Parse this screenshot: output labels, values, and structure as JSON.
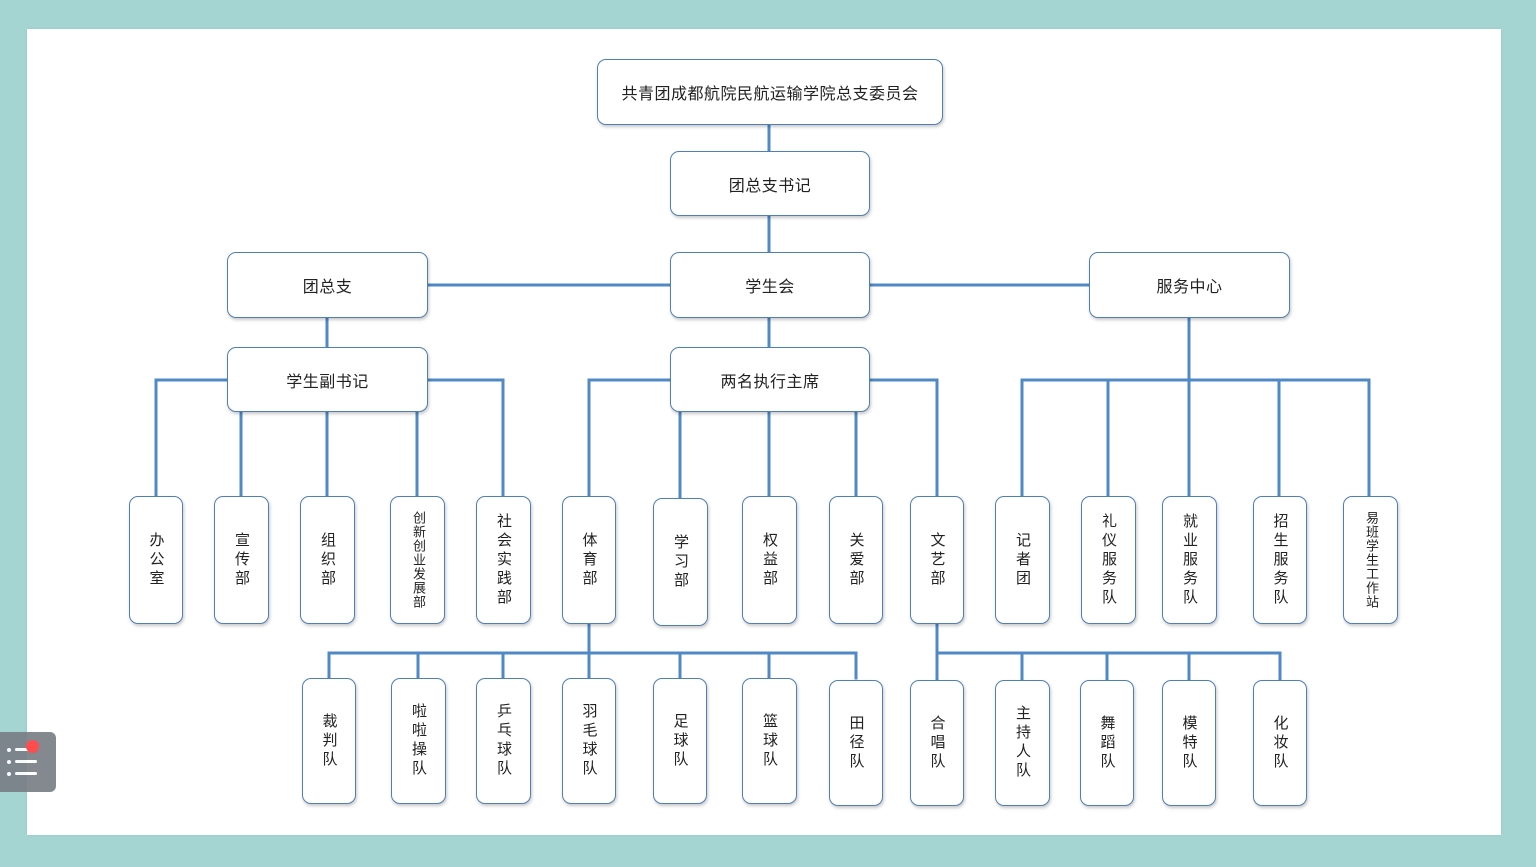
{
  "diagram": {
    "title": "共青团成都航院民航运输学院总支委员会",
    "secretary": "团总支书记",
    "branch": "团总支",
    "student_union": "学生会",
    "service_center": "服务中心",
    "vice_secretary": "学生副书记",
    "executive_chairs": "两名执行主席",
    "branch_departments": [
      "办公室",
      "宣传部",
      "组织部",
      "创新创业发展部",
      "社会实践部"
    ],
    "union_departments": [
      "体育部",
      "学习部",
      "权益部",
      "关爱部",
      "文艺部"
    ],
    "service_teams": [
      "记者团",
      "礼仪服务队",
      "就业服务队",
      "招生服务队",
      "易班学生工作站"
    ],
    "sports_teams": [
      "裁判队",
      "啦啦操队",
      "乒乓球队",
      "羽毛球队",
      "足球队",
      "篮球队",
      "田径队"
    ],
    "arts_teams": [
      "合唱队",
      "主持人队",
      "舞蹈队",
      "模特队",
      "化妆队"
    ]
  },
  "colors": {
    "line": "#4f8ac6",
    "border": "#4f7fb8",
    "frame": "#a5d5d3",
    "canvas": "#ffffff"
  },
  "overlay": {
    "menu_icon": "list-menu-icon",
    "badge_color": "#ff4d4f"
  }
}
